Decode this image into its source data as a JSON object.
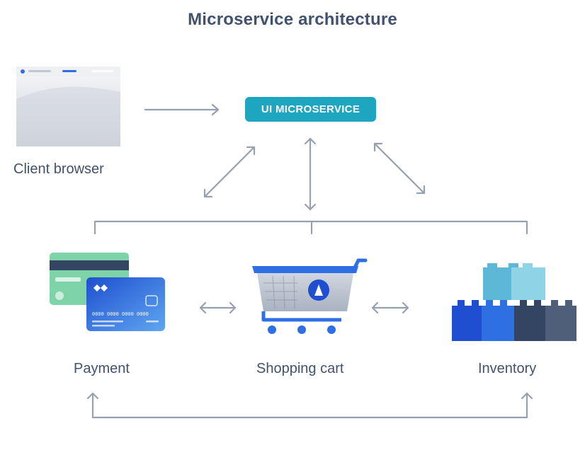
{
  "title": "Microservice architecture",
  "nodes": {
    "client_browser": "Client browser",
    "ui_microservice": "UI MICROSERVICE",
    "payment": "Payment",
    "shopping_cart": "Shopping cart",
    "inventory": "Inventory"
  },
  "card_number": "0000 0000 0000 0000",
  "colors": {
    "text": "#42526e",
    "accent": "#1ea6c0",
    "connector": "#97a0af",
    "card_front": "#2f6fe4",
    "card_back": "#7fd3a8"
  }
}
